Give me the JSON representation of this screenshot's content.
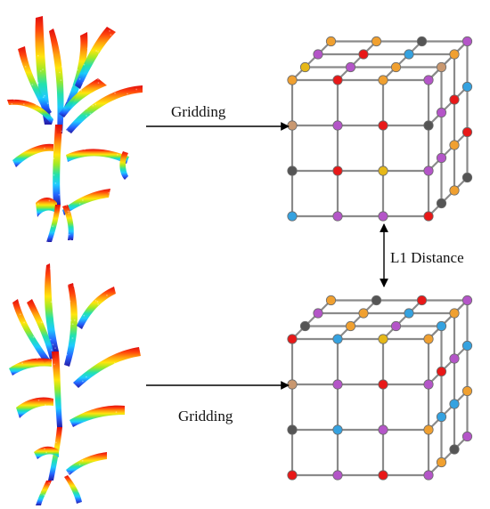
{
  "labels": {
    "gridding_top": "Gridding",
    "gridding_bottom": "Gridding",
    "distance": "L1 Distance"
  },
  "colors": {
    "grid_line": "#8a8a8a",
    "arrow": "#000000",
    "plant_gradient": [
      "#1a0fa0",
      "#1a5cff",
      "#13c8ff",
      "#18e0a8",
      "#98e81c",
      "#ffe400",
      "#ff9a00",
      "#ff3a00",
      "#e00000"
    ],
    "node_palette": {
      "orange": "#f0a030",
      "purple": "#b455c8",
      "red": "#e81818",
      "blue": "#35a2e0",
      "dark": "#555555",
      "tan": "#c99870",
      "yellow": "#e6b818"
    }
  },
  "cubes": [
    {
      "name": "top",
      "front": [
        [
          "orange",
          "red",
          "orange",
          "purple"
        ],
        [
          "tan",
          "purple",
          "red",
          "dark"
        ],
        [
          "dark",
          "red",
          "yellow",
          "purple"
        ],
        [
          "blue",
          "purple",
          "purple",
          "red"
        ]
      ],
      "layer1": [
        "yellow",
        "purple",
        "orange",
        "tan",
        "purple",
        "purple",
        "dark"
      ],
      "layer2": [
        "purple",
        "red",
        "blue",
        "orange",
        "red",
        "orange",
        "orange"
      ],
      "layer3": [
        "orange",
        "orange",
        "dark",
        "purple",
        "blue",
        "red",
        "dark"
      ]
    },
    {
      "name": "bottom",
      "front": [
        [
          "red",
          "blue",
          "yellow",
          "orange"
        ],
        [
          "tan",
          "purple",
          "red",
          "purple"
        ],
        [
          "dark",
          "blue",
          "purple",
          "orange"
        ],
        [
          "red",
          "purple",
          "red",
          "purple"
        ]
      ],
      "layer1": [
        "dark",
        "orange",
        "purple",
        "blue",
        "red",
        "blue",
        "orange"
      ],
      "layer2": [
        "purple",
        "orange",
        "blue",
        "orange",
        "purple",
        "blue",
        "dark"
      ],
      "layer3": [
        "orange",
        "dark",
        "red",
        "purple",
        "blue",
        "orange",
        "purple"
      ]
    }
  ]
}
